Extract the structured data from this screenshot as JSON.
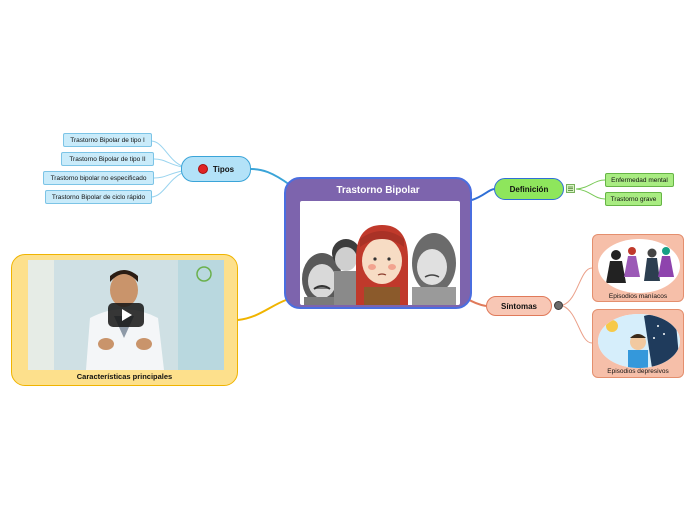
{
  "central": {
    "title": "Trastorno Bipolar",
    "image_icon": "group-of-sad-faces-illustration"
  },
  "tipos": {
    "label": "Tipos",
    "icon": "red-dot-icon",
    "items": [
      "Trastorno Bipolar de tipo I",
      "Trastorno Bipolar de tipo II",
      "Trastorno bipolar no especificado",
      "Trastorno Bipolar de ciclo rápido"
    ]
  },
  "definicion": {
    "label": "Definición",
    "note_icon": "note-icon",
    "items": [
      "Enfermedad mental",
      "Trastorno grave"
    ]
  },
  "sintomas": {
    "label": "Síntomas",
    "icon": "globe-icon",
    "items": [
      "Episodios maníacos",
      "Episodios depresivos"
    ]
  },
  "video": {
    "caption": "Características principales",
    "play_icon": "play-icon"
  },
  "colors": {
    "central": "#7d64ad",
    "tipos": "#b3e2f8",
    "definicion": "#8ee65c",
    "sintomas": "#f8c7b5",
    "video": "#fde08c"
  }
}
